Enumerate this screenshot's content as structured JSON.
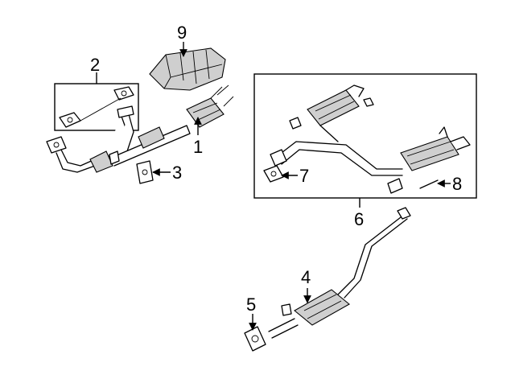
{
  "diagram": {
    "callouts": [
      {
        "id": "1",
        "label": "1"
      },
      {
        "id": "2",
        "label": "2"
      },
      {
        "id": "3",
        "label": "3"
      },
      {
        "id": "4",
        "label": "4"
      },
      {
        "id": "5",
        "label": "5"
      },
      {
        "id": "6",
        "label": "6"
      },
      {
        "id": "7",
        "label": "7"
      },
      {
        "id": "8",
        "label": "8"
      },
      {
        "id": "9",
        "label": "9"
      }
    ],
    "colors": {
      "stroke": "#000000",
      "background": "#ffffff",
      "shade": "#cfcfcf"
    }
  }
}
